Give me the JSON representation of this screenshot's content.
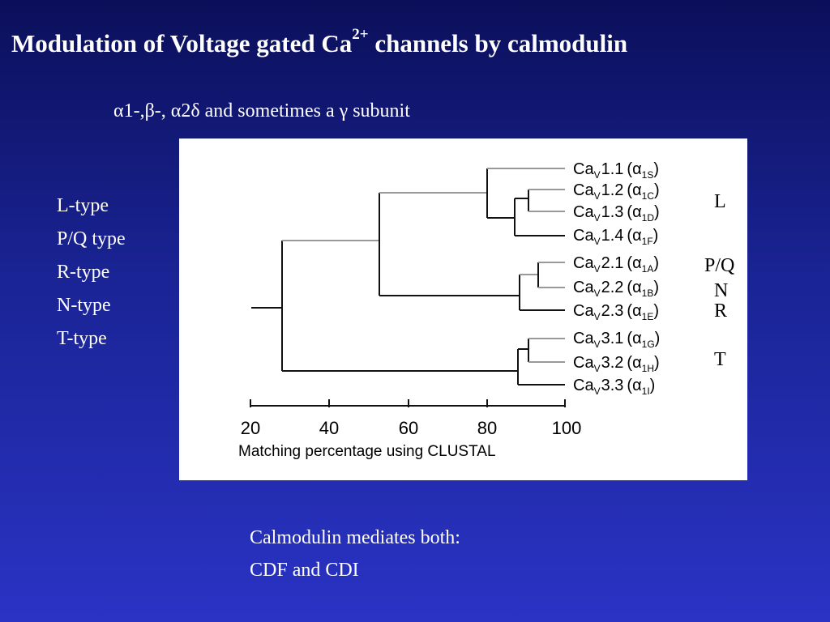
{
  "title": {
    "main": "Modulation of Voltage gated Ca",
    "sup": "2+",
    "tail": " channels by calmodulin"
  },
  "subtitle": "α1-,β-, α2δ and sometimes a γ subunit",
  "channel_types": [
    "L-type",
    "P/Q type",
    "R-type",
    "N-type",
    "T-type"
  ],
  "tree": {
    "leaves": [
      {
        "name": "Ca",
        "sub": "V",
        "num": "1.1",
        "alpha_sub": "1S"
      },
      {
        "name": "Ca",
        "sub": "V",
        "num": "1.2",
        "alpha_sub": "1C"
      },
      {
        "name": "Ca",
        "sub": "V",
        "num": "1.3",
        "alpha_sub": "1D"
      },
      {
        "name": "Ca",
        "sub": "V",
        "num": "1.4",
        "alpha_sub": "1F"
      },
      {
        "name": "Ca",
        "sub": "V",
        "num": "2.1",
        "alpha_sub": "1A"
      },
      {
        "name": "Ca",
        "sub": "V",
        "num": "2.2",
        "alpha_sub": "1B"
      },
      {
        "name": "Ca",
        "sub": "V",
        "num": "2.3",
        "alpha_sub": "1E"
      },
      {
        "name": "Ca",
        "sub": "V",
        "num": "3.1",
        "alpha_sub": "1G"
      },
      {
        "name": "Ca",
        "sub": "V",
        "num": "3.2",
        "alpha_sub": "1H"
      },
      {
        "name": "Ca",
        "sub": "V",
        "num": "3.3",
        "alpha_sub": "1I"
      }
    ],
    "axis_ticks": [
      "20",
      "40",
      "60",
      "80",
      "100"
    ],
    "axis_label": "Matching percentage using CLUSTAL",
    "group_labels": [
      "L",
      "P/Q",
      "N",
      "R",
      "T"
    ]
  },
  "footer": {
    "line1": "Calmodulin mediates both:",
    "line2": "CDF and CDI"
  }
}
